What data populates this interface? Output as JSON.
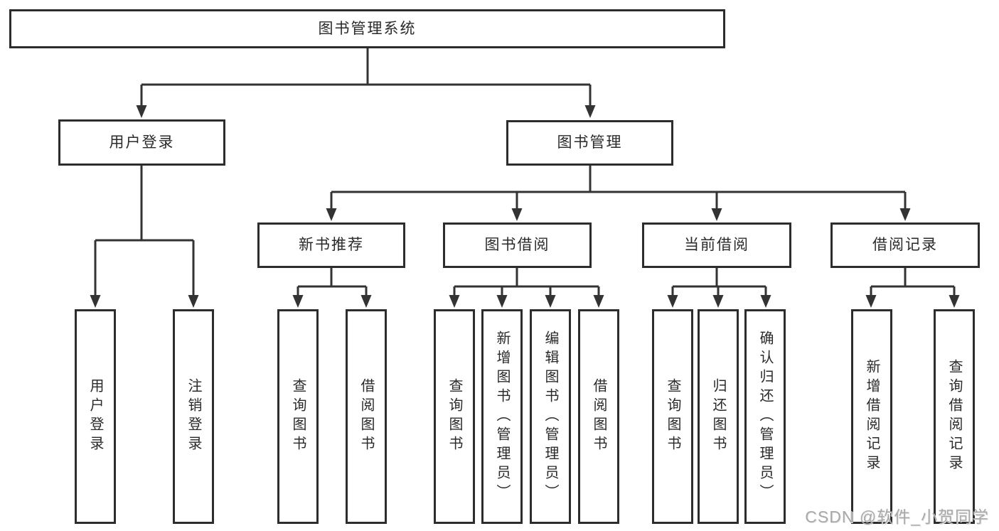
{
  "title": "图书管理系统",
  "watermark": {
    "text": "CSDN @软件_小贺同学"
  },
  "colors": {
    "line": "#333333",
    "box_border": "#2d2d2d",
    "text": "#2a2a2a",
    "background": "#ffffff",
    "watermark": "#a9a9a9"
  },
  "tree": {
    "root": {
      "label": "图书管理系统",
      "children": [
        {
          "label": "用户登录",
          "children": [
            {
              "label": "用户登录"
            },
            {
              "label": "注销登录"
            }
          ]
        },
        {
          "label": "图书管理",
          "children": [
            {
              "label": "新书推荐",
              "children": [
                {
                  "label": "查询图书"
                },
                {
                  "label": "借阅图书"
                }
              ]
            },
            {
              "label": "图书借阅",
              "children": [
                {
                  "label": "查询图书"
                },
                {
                  "label": "新增图书（管理员）"
                },
                {
                  "label": "编辑图书（管理员）"
                },
                {
                  "label": "借阅图书"
                }
              ]
            },
            {
              "label": "当前借阅",
              "children": [
                {
                  "label": "查询图书"
                },
                {
                  "label": "归还图书"
                },
                {
                  "label": "确认归还（管理员）"
                }
              ]
            },
            {
              "label": "借阅记录",
              "children": [
                {
                  "label": "新增借阅记录"
                },
                {
                  "label": "查询借阅记录"
                }
              ]
            }
          ]
        }
      ]
    }
  }
}
